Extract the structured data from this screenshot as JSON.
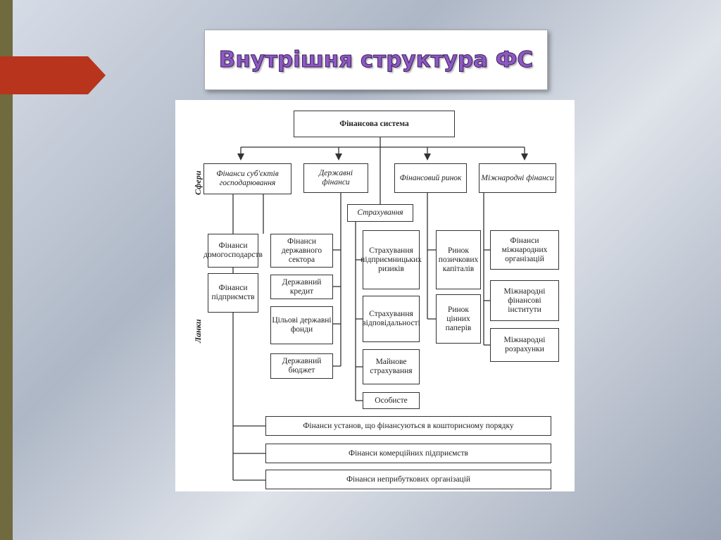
{
  "slide": {
    "title": "Внутрішня структура ФС"
  },
  "diagram": {
    "root": "Фінансова система",
    "side_labels": {
      "spheres": "Сфери",
      "links": "Ланки"
    },
    "spheres": [
      "Фінанси суб'єктів господарювання",
      "Державні фінанси",
      "Фінансовий ринок",
      "Міжнародні фінанси"
    ],
    "insurance": "Страхування",
    "business_links": [
      "Фінанси домогосподарств",
      "Фінанси підприємств"
    ],
    "state_links": [
      "Фінанси державного сектора",
      "Державний кредит",
      "Цільові державні фонди",
      "Державний бюджет"
    ],
    "insurance_links": [
      "Страхування підприємницьких ризиків",
      "Страхування відповідальності",
      "Майнове страхування",
      "Особисте"
    ],
    "market_links": [
      "Ринок позичкових капіталів",
      "Ринок цінних паперів"
    ],
    "intl_links": [
      "Фінанси міжнародних організацій",
      "Міжнародні фінансові інститути",
      "Міжнародні розрахунки"
    ],
    "bottom_links": [
      "Фінанси установ, що фінансуються в кошторисному порядку",
      "Фінанси комерційних підприємств",
      "Фінанси неприбуткових організацій"
    ]
  }
}
